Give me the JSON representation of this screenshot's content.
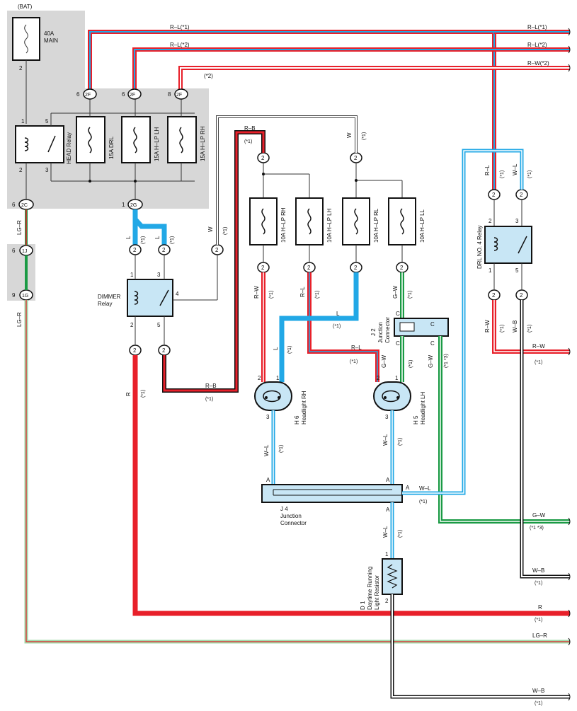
{
  "diagram": {
    "bat_label": "(BAT)",
    "gray_zone_color": "#d7d7d7",
    "colors": {
      "red": "#e8202a",
      "blue": "#22a8e6",
      "green": "#1a9a44",
      "black": "#111111",
      "white": "#ffffff",
      "lightgreen": "#9fd8a8",
      "component_fill": "#c8e6f5"
    },
    "components": {
      "main_fuse": {
        "name": "40A\nMAIN",
        "line1": "40A",
        "line2": "MAIN",
        "pin": "2"
      },
      "head_relay": {
        "name": "HEAD Relay",
        "pins": [
          "1",
          "5",
          "2",
          "3"
        ]
      },
      "fuse_drl": {
        "name": "15A DRL"
      },
      "fuse_hlp_lh": {
        "name": "15A H–LP LH"
      },
      "fuse_hlp_rh": {
        "name": "15A H–LP RH"
      },
      "fuse_10a_rh": {
        "name": "10A H–LP RH"
      },
      "fuse_10a_lh": {
        "name": "10A H–LP LH"
      },
      "fuse_10a_rl": {
        "name": "10A H–LP RL"
      },
      "fuse_10a_ll": {
        "name": "10A H–LP LL"
      },
      "dimmer_relay": {
        "line1": "DIMMER",
        "line2": "Relay",
        "pins": [
          "1",
          "3",
          "4",
          "2",
          "5"
        ]
      },
      "drl_relay": {
        "name": "DRL NO. 4 Relay",
        "pins": [
          "2",
          "3",
          "1",
          "5"
        ]
      },
      "headlight_rh": {
        "code": "H 6",
        "name": "Headlight RH",
        "pins": [
          "2",
          "1",
          "3"
        ]
      },
      "headlight_lh": {
        "code": "H 5",
        "name": "Headlight LH",
        "pins": [
          "2",
          "1",
          "3"
        ]
      },
      "j2": {
        "code": "J 2",
        "line1": "Junction",
        "line2": "Connector",
        "pins": [
          "C",
          "C",
          "C",
          "C"
        ]
      },
      "j4": {
        "code": "J 4",
        "line1": "Junction",
        "line2": "Connector",
        "pins": [
          "A",
          "A",
          "A",
          "A"
        ]
      },
      "d1": {
        "code": "D 1",
        "line1": "Daytime Running",
        "line2": "Light Resistor",
        "pins": [
          "1",
          "2"
        ]
      }
    },
    "connectors": {
      "c2f_a": {
        "id": "2F",
        "pin": "6"
      },
      "c2f_b": {
        "id": "2F",
        "pin": "6"
      },
      "c2f_c": {
        "id": "2F",
        "pin": "8"
      },
      "c2c": {
        "id": "2C",
        "pin": "6"
      },
      "c2g": {
        "id": "2G",
        "pin": "1"
      },
      "c1j": {
        "id": "1J",
        "pin": "6"
      },
      "c1g": {
        "id": "1G",
        "pin": "9"
      },
      "plain": "2"
    },
    "wires": {
      "rl1": {
        "color": "R–L",
        "note": "(*1)"
      },
      "rl2": {
        "color": "R–L",
        "note": "(*2)"
      },
      "rw2": {
        "color": "R–W",
        "note": "(*2)"
      },
      "rl1_right": "R–L(*1)",
      "rl2_right": "R–L(*2)",
      "rw2_right": "R–W(*2)",
      "rb": {
        "color": "R–B",
        "note": "(*1)"
      },
      "w": {
        "color": "W",
        "note": "(*1)"
      },
      "l": {
        "color": "L",
        "note": "(*1)"
      },
      "lg_r": "LG–R",
      "r": "R",
      "rw": "R–W",
      "rl": "R–L",
      "gw": "G–W",
      "wl": "W–L",
      "wb": "W–B",
      "note1": "(*1)",
      "note13": "(*1 *3)"
    },
    "right_edge": {
      "rl1": "R–L(*1)",
      "rl2": "R–L(*2)",
      "rw2": "R–W(*2)",
      "rw": "R–W",
      "gw": "G–W",
      "wb1": "W–B",
      "r": "R",
      "lgr": "LG–R",
      "wb2": "W–B",
      "n1": "(*1)",
      "n13": "(*1 *3)"
    }
  }
}
